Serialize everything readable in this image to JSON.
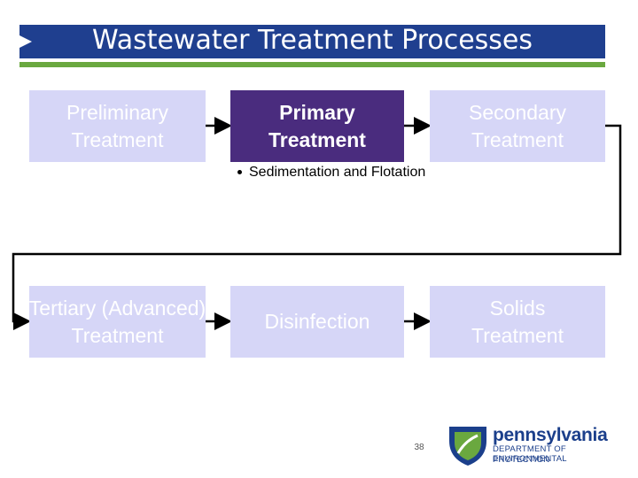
{
  "title": "Wastewater Treatment Processes",
  "boxes": {
    "preliminary": {
      "line1": "Preliminary",
      "line2": "Treatment"
    },
    "primary": {
      "line1": "Primary",
      "line2": "Treatment"
    },
    "secondary": {
      "line1": "Secondary",
      "line2": "Treatment"
    },
    "tertiary": {
      "line1": "Tertiary (Advanced)",
      "line2": "Treatment"
    },
    "disinfection": {
      "line1": "Disinfection"
    },
    "solids": {
      "line1": "Solids",
      "line2": "Treatment"
    }
  },
  "bullet": "Sedimentation and Flotation",
  "page_number": "38",
  "logo": {
    "name": "pennsylvania",
    "line1": "DEPARTMENT OF ENVIRONMENTAL",
    "line2": "PROTECTION"
  },
  "colors": {
    "title_bar": "#1f3f8f",
    "title_rule": "#6aa83f",
    "box_light": "#d6d6f7",
    "box_active": "#4a2c7e"
  }
}
